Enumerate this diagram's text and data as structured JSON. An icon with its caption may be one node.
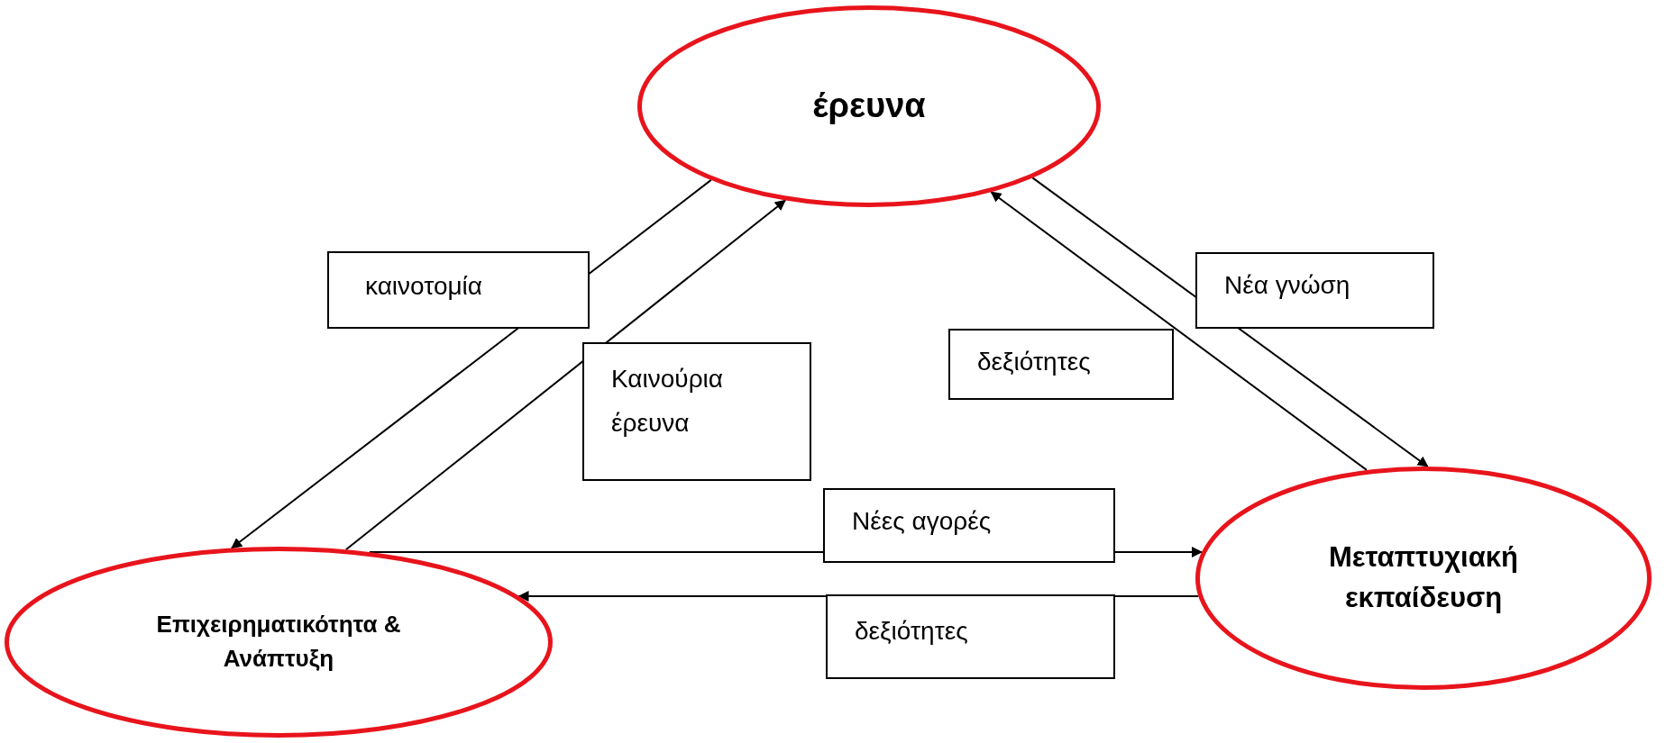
{
  "diagram": {
    "nodes": [
      {
        "text": [
          "έρευνα"
        ]
      },
      {
        "text": [
          "Επιχειρηματικότητα & Ανάπτυξη"
        ]
      },
      {
        "text": [
          "Μεταπτυχιακή εκπαίδευση"
        ]
      }
    ],
    "edges": [
      {
        "from": 0,
        "to": 1,
        "arrow": "to",
        "label": "καινοτομία"
      },
      {
        "from": 1,
        "to": 0,
        "arrow": "to",
        "label": "Καινούρια έρευνα"
      },
      {
        "from": 2,
        "to": 0,
        "arrow": "to",
        "label": "δεξιότητες"
      },
      {
        "from": 0,
        "to": 2,
        "arrow": "to",
        "label": "Νέα γνώση"
      },
      {
        "from": 1,
        "to": 2,
        "arrow": "to",
        "label": "Νέες αγορές"
      },
      {
        "from": 2,
        "to": 1,
        "arrow": "to",
        "label": "δεξιότητες"
      }
    ]
  }
}
